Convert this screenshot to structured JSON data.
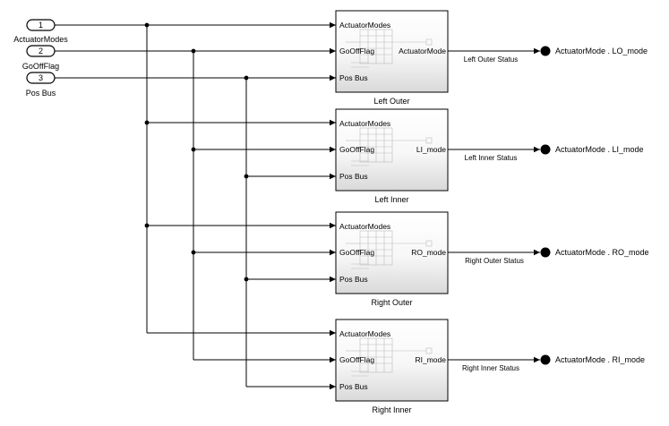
{
  "inports": [
    {
      "number": "1",
      "label": "ActuatorModes"
    },
    {
      "number": "2",
      "label": "GoOffFlag"
    },
    {
      "number": "3",
      "label": "Pos Bus"
    }
  ],
  "subsystems": [
    {
      "name": "Left Outer",
      "inputs": [
        "ActuatorModes",
        "GoOffFlag",
        "Pos Bus"
      ],
      "output": "ActuatorMode",
      "signal": "Left Outer Status",
      "goto": "ActuatorMode . LO_mode"
    },
    {
      "name": "Left Inner",
      "inputs": [
        "ActuatorModes",
        "GoOffFlag",
        "Pos Bus"
      ],
      "output": "LI_mode",
      "signal": "Left Inner Status",
      "goto": "ActuatorMode . LI_mode"
    },
    {
      "name": "Right Outer",
      "inputs": [
        "ActuatorModes",
        "GoOffFlag",
        "Pos Bus"
      ],
      "output": "RO_mode",
      "signal": "Right Outer Status",
      "goto": "ActuatorMode . RO_mode"
    },
    {
      "name": "Right Inner",
      "inputs": [
        "ActuatorModes",
        "GoOffFlag",
        "Pos Bus"
      ],
      "output": "RI_mode",
      "signal": "Right Inner Status",
      "goto": "ActuatorMode . RI_mode"
    }
  ]
}
